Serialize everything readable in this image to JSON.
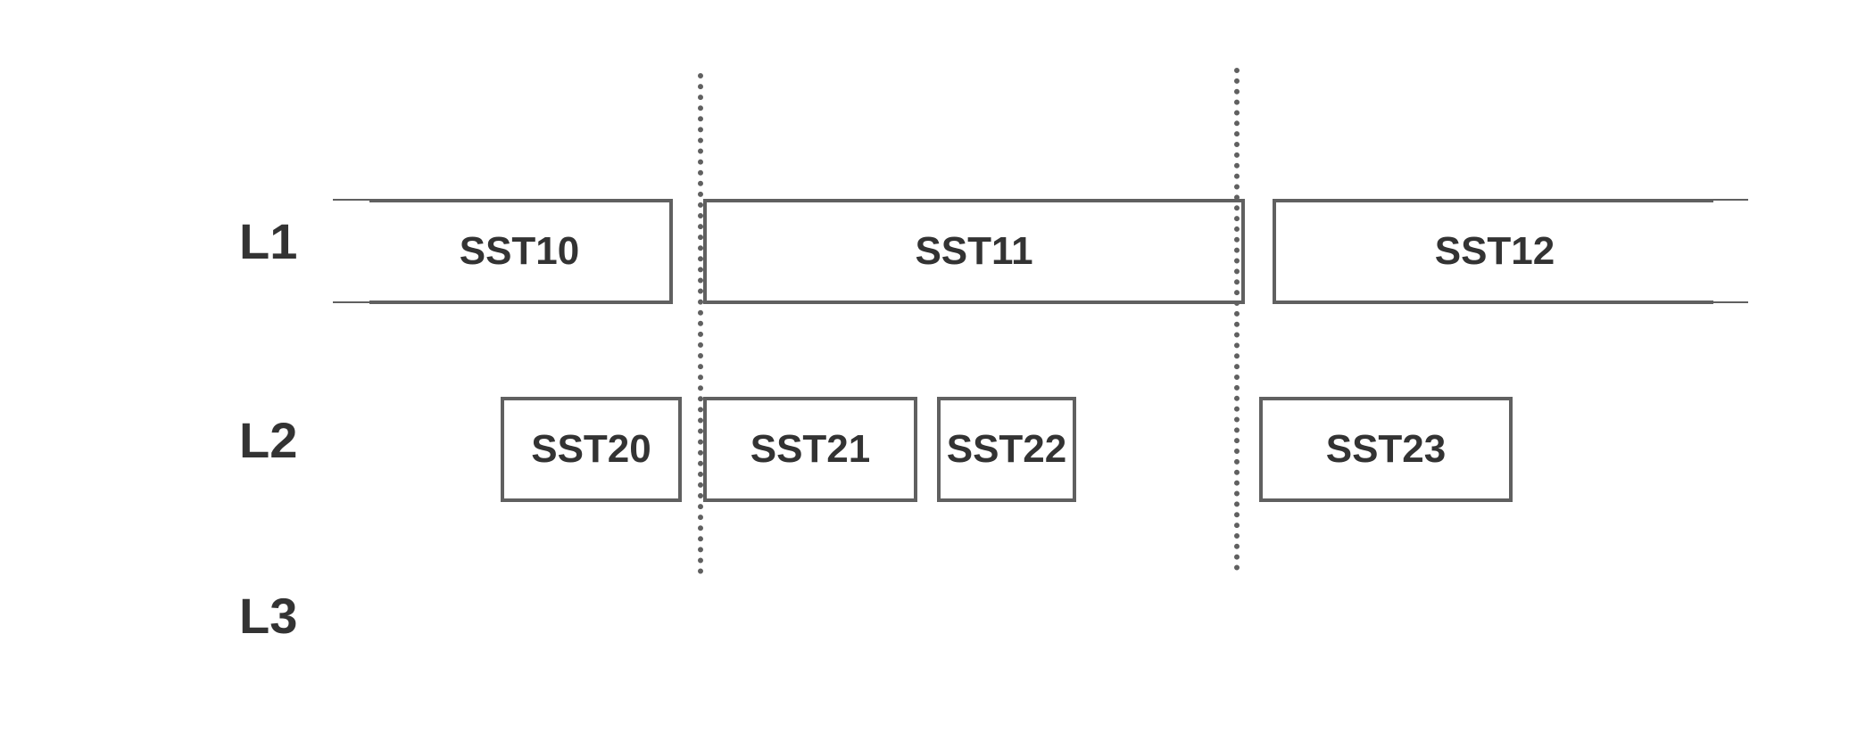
{
  "levels": [
    {
      "label": "L1"
    },
    {
      "label": "L2"
    },
    {
      "label": "L3"
    }
  ],
  "sstables": {
    "l1": [
      {
        "label": "SST10"
      },
      {
        "label": "SST11"
      },
      {
        "label": "SST12"
      }
    ],
    "l2": [
      {
        "label": "SST20"
      },
      {
        "label": "SST21"
      },
      {
        "label": "SST22"
      },
      {
        "label": "SST23"
      }
    ]
  },
  "colors": {
    "stroke": "#606060",
    "text": "#333333",
    "background": "#ffffff"
  }
}
